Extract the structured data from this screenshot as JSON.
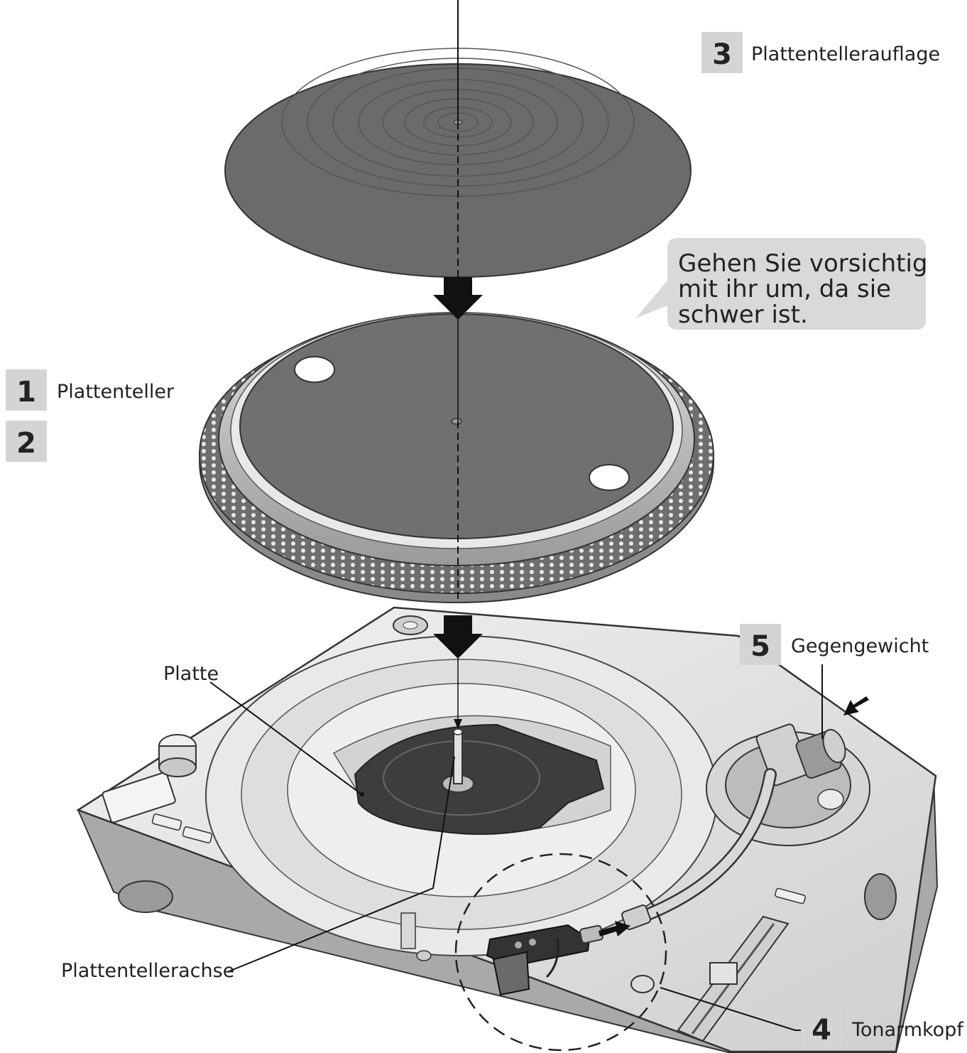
{
  "steps": [
    {
      "number": "3",
      "label": "Plattentellerauflage"
    },
    {
      "number": "1",
      "label": "Plattenteller"
    },
    {
      "number": "2",
      "label": ""
    },
    {
      "number": "5",
      "label": "Gegengewicht"
    },
    {
      "number": "4",
      "label": "Tonarmkopf"
    }
  ],
  "callout": {
    "lines": [
      "Gehen Sie vorsichtig",
      "mit ihr um, da sie",
      "schwer ist."
    ]
  },
  "labels": {
    "platte": "Platte",
    "achse": "Plattentellerachse"
  },
  "colors": {
    "step_box": "#d4d4d4",
    "callout_bg": "#d9d9d9",
    "mat": "#6b6b6b",
    "platter_top": "#707070",
    "platter_rim": "#c8c8c8",
    "body": "#e4e4e4"
  }
}
